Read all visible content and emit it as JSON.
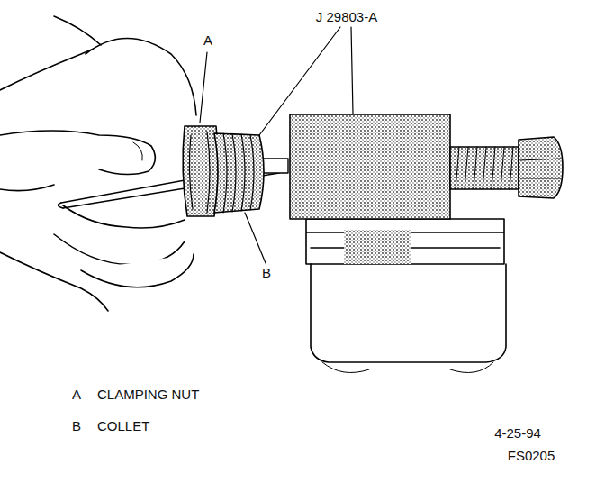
{
  "diagram": {
    "labels": [
      "A",
      "J 29803-A",
      "B",
      "A",
      "CLAMPING NUT",
      "B",
      "COLLET",
      "4-25-94",
      "FS0205"
    ]
  }
}
